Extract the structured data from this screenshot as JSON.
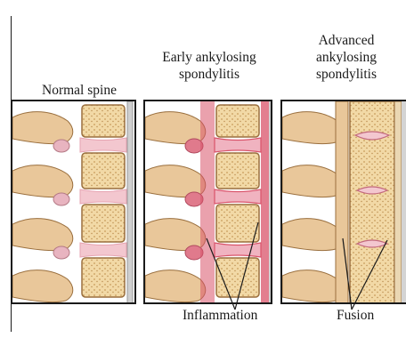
{
  "titles": {
    "normal": "Normal spine",
    "early": "Early ankylosing\nspondylitis",
    "advanced": "Advanced\nankylosing\nspondylitis"
  },
  "labels": {
    "inflammation": "Inflammation",
    "fusion": "Fusion"
  },
  "colors": {
    "bone": "#f2d9a6",
    "bone_dark": "#c89b5a",
    "disc": "#f3c7cf",
    "disc_edge": "#e6a3b1",
    "inflamed": "#d9536a",
    "ligament": "#b7b7b7",
    "outline": "#1a1a1a"
  }
}
